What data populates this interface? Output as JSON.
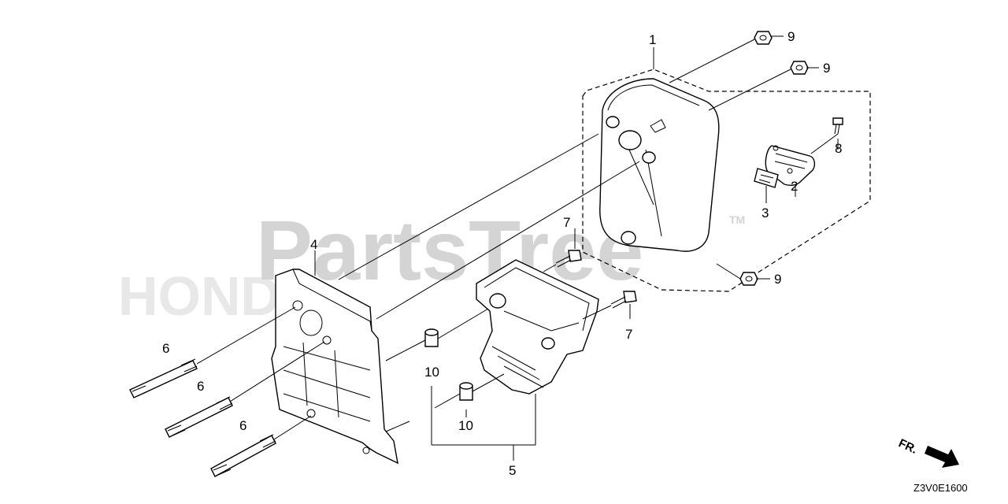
{
  "watermark": {
    "brand": "PartsTree",
    "trademark": "TM",
    "background_brand": "HONDA"
  },
  "callouts": {
    "c1": "1",
    "c2": "2",
    "c3": "3",
    "c4": "4",
    "c5": "5",
    "c6a": "6",
    "c6b": "6",
    "c6c": "6",
    "c7a": "7",
    "c7b": "7",
    "c8": "8",
    "c9a": "9",
    "c9b": "9",
    "c9c": "9",
    "c10a": "10",
    "c10b": "10"
  },
  "orientation_label": "FR.",
  "diagram_code": "Z3V0E1600"
}
